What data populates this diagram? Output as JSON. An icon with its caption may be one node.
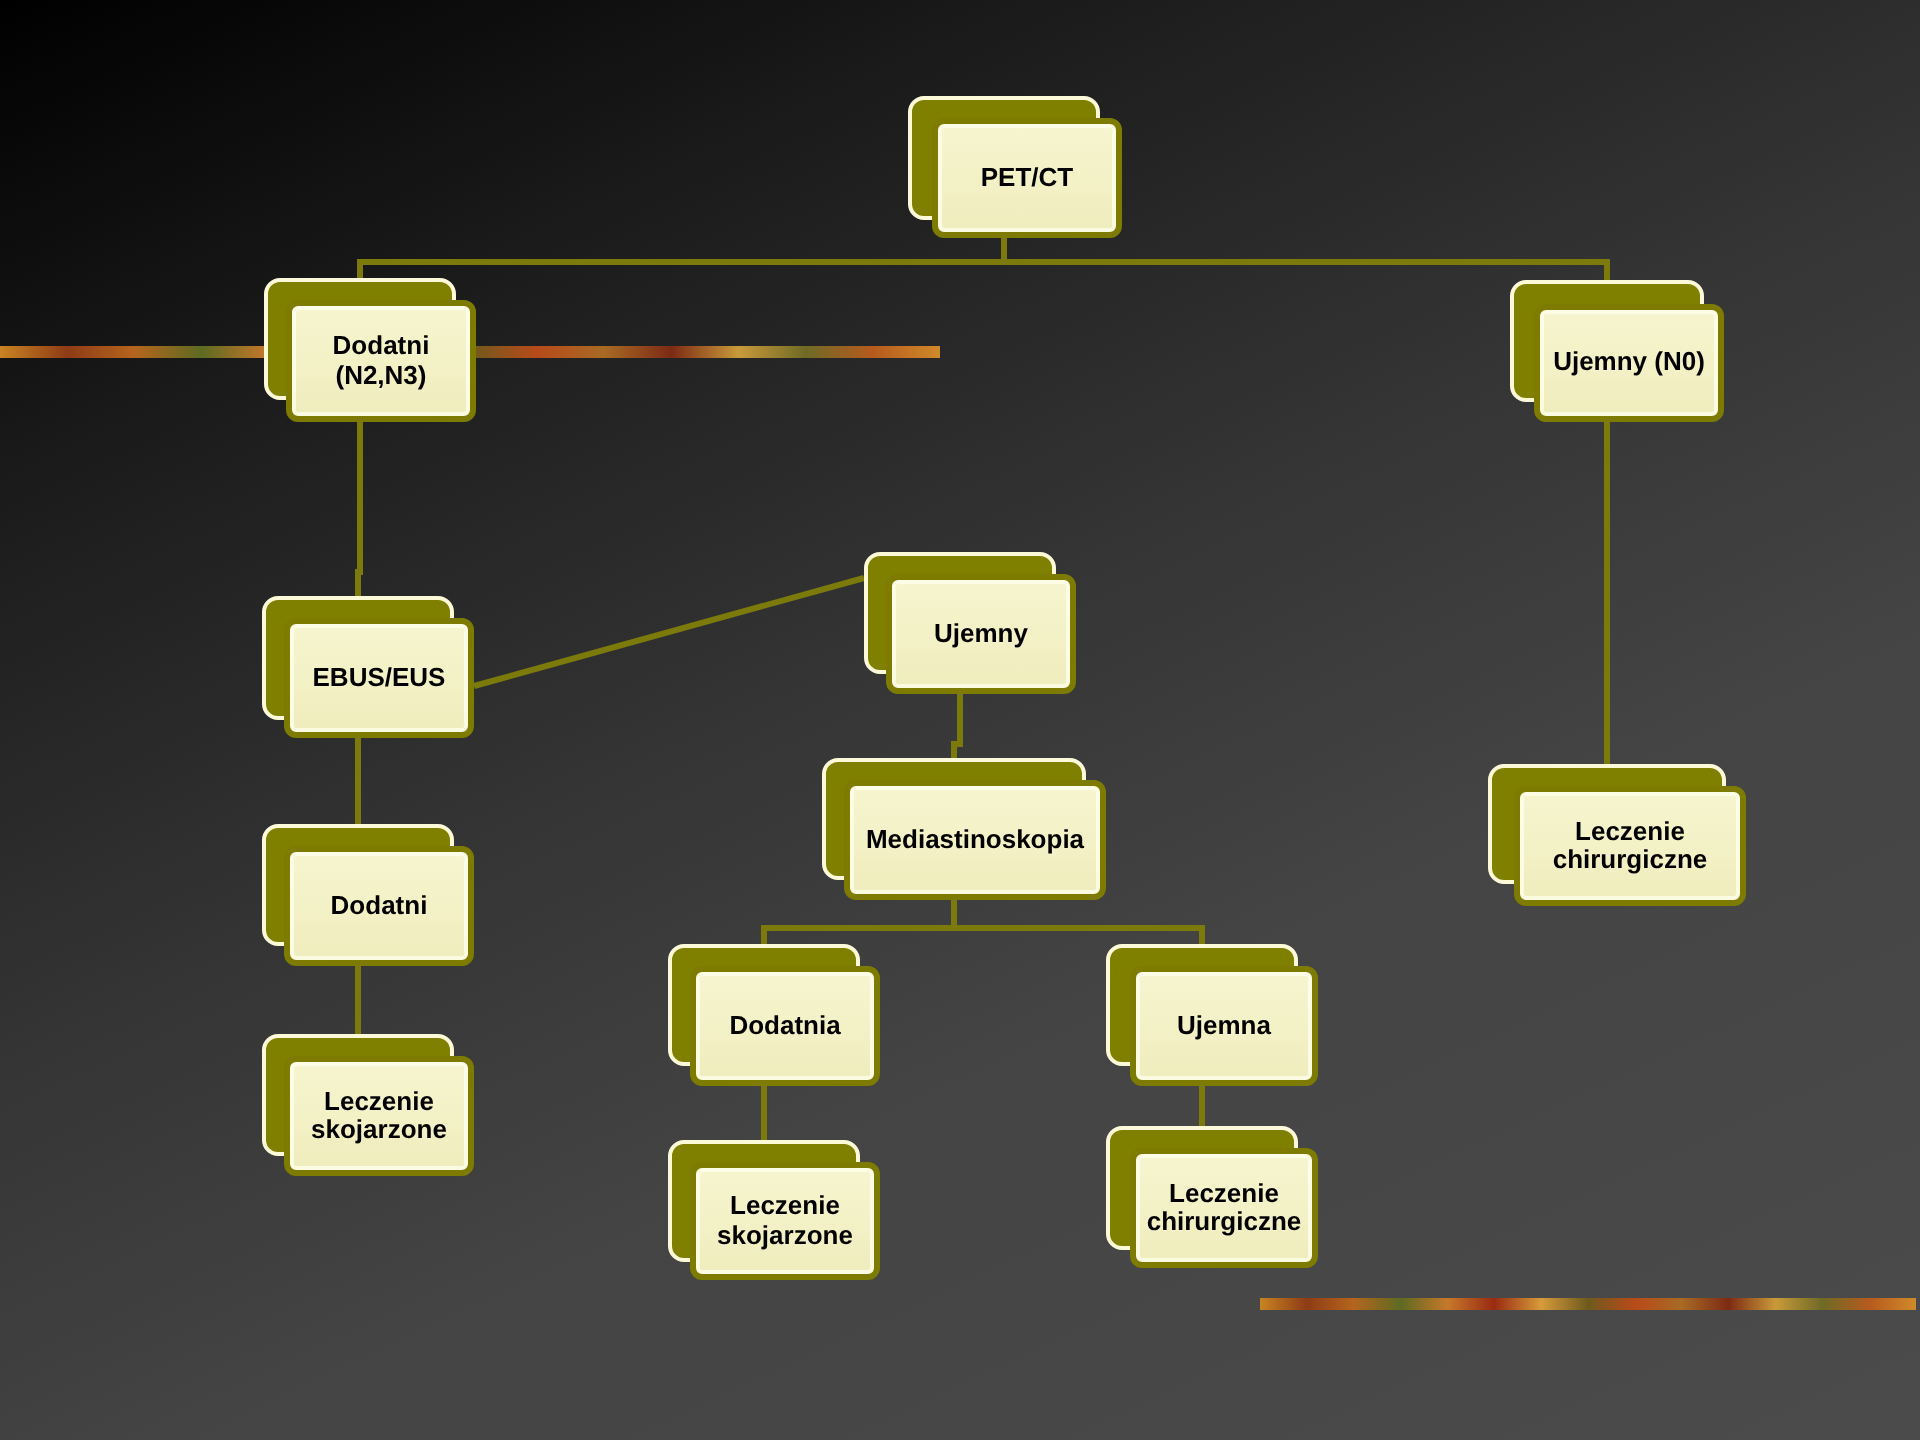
{
  "diagram": {
    "nodes": [
      {
        "text": [
          "PET/CT"
        ]
      },
      {
        "text": [
          "Dodatni (N2,N3)"
        ]
      },
      {
        "text": [
          "Ujemny (N0)"
        ]
      },
      {
        "text": [
          "EBUS/EUS"
        ]
      },
      {
        "text": [
          "Ujemny"
        ]
      },
      {
        "text": [
          "Mediastinoskopia"
        ]
      },
      {
        "text": [
          "Leczenie chirurgiczne"
        ]
      },
      {
        "text": [
          "Dodatni"
        ]
      },
      {
        "text": [
          "Leczenie skojarzone"
        ]
      },
      {
        "text": [
          "Dodatnia"
        ]
      },
      {
        "text": [
          "Ujemna"
        ]
      },
      {
        "text": [
          "Leczenie skojarzone"
        ]
      },
      {
        "text": [
          "Leczenie chirurgiczne"
        ]
      }
    ],
    "edges": [
      {
        "from": 0,
        "to": 1,
        "arrow": "none"
      },
      {
        "from": 0,
        "to": 2,
        "arrow": "none"
      },
      {
        "from": 1,
        "to": 3,
        "arrow": "none"
      },
      {
        "from": 3,
        "to": 4,
        "arrow": "none"
      },
      {
        "from": 3,
        "to": 7,
        "arrow": "none"
      },
      {
        "from": 4,
        "to": 5,
        "arrow": "none"
      },
      {
        "from": 2,
        "to": 6,
        "arrow": "none"
      },
      {
        "from": 5,
        "to": 9,
        "arrow": "none"
      },
      {
        "from": 5,
        "to": 10,
        "arrow": "none"
      },
      {
        "from": 7,
        "to": 8,
        "arrow": "none"
      },
      {
        "from": 9,
        "to": 11,
        "arrow": "none"
      },
      {
        "from": 10,
        "to": 12,
        "arrow": "none"
      }
    ]
  }
}
